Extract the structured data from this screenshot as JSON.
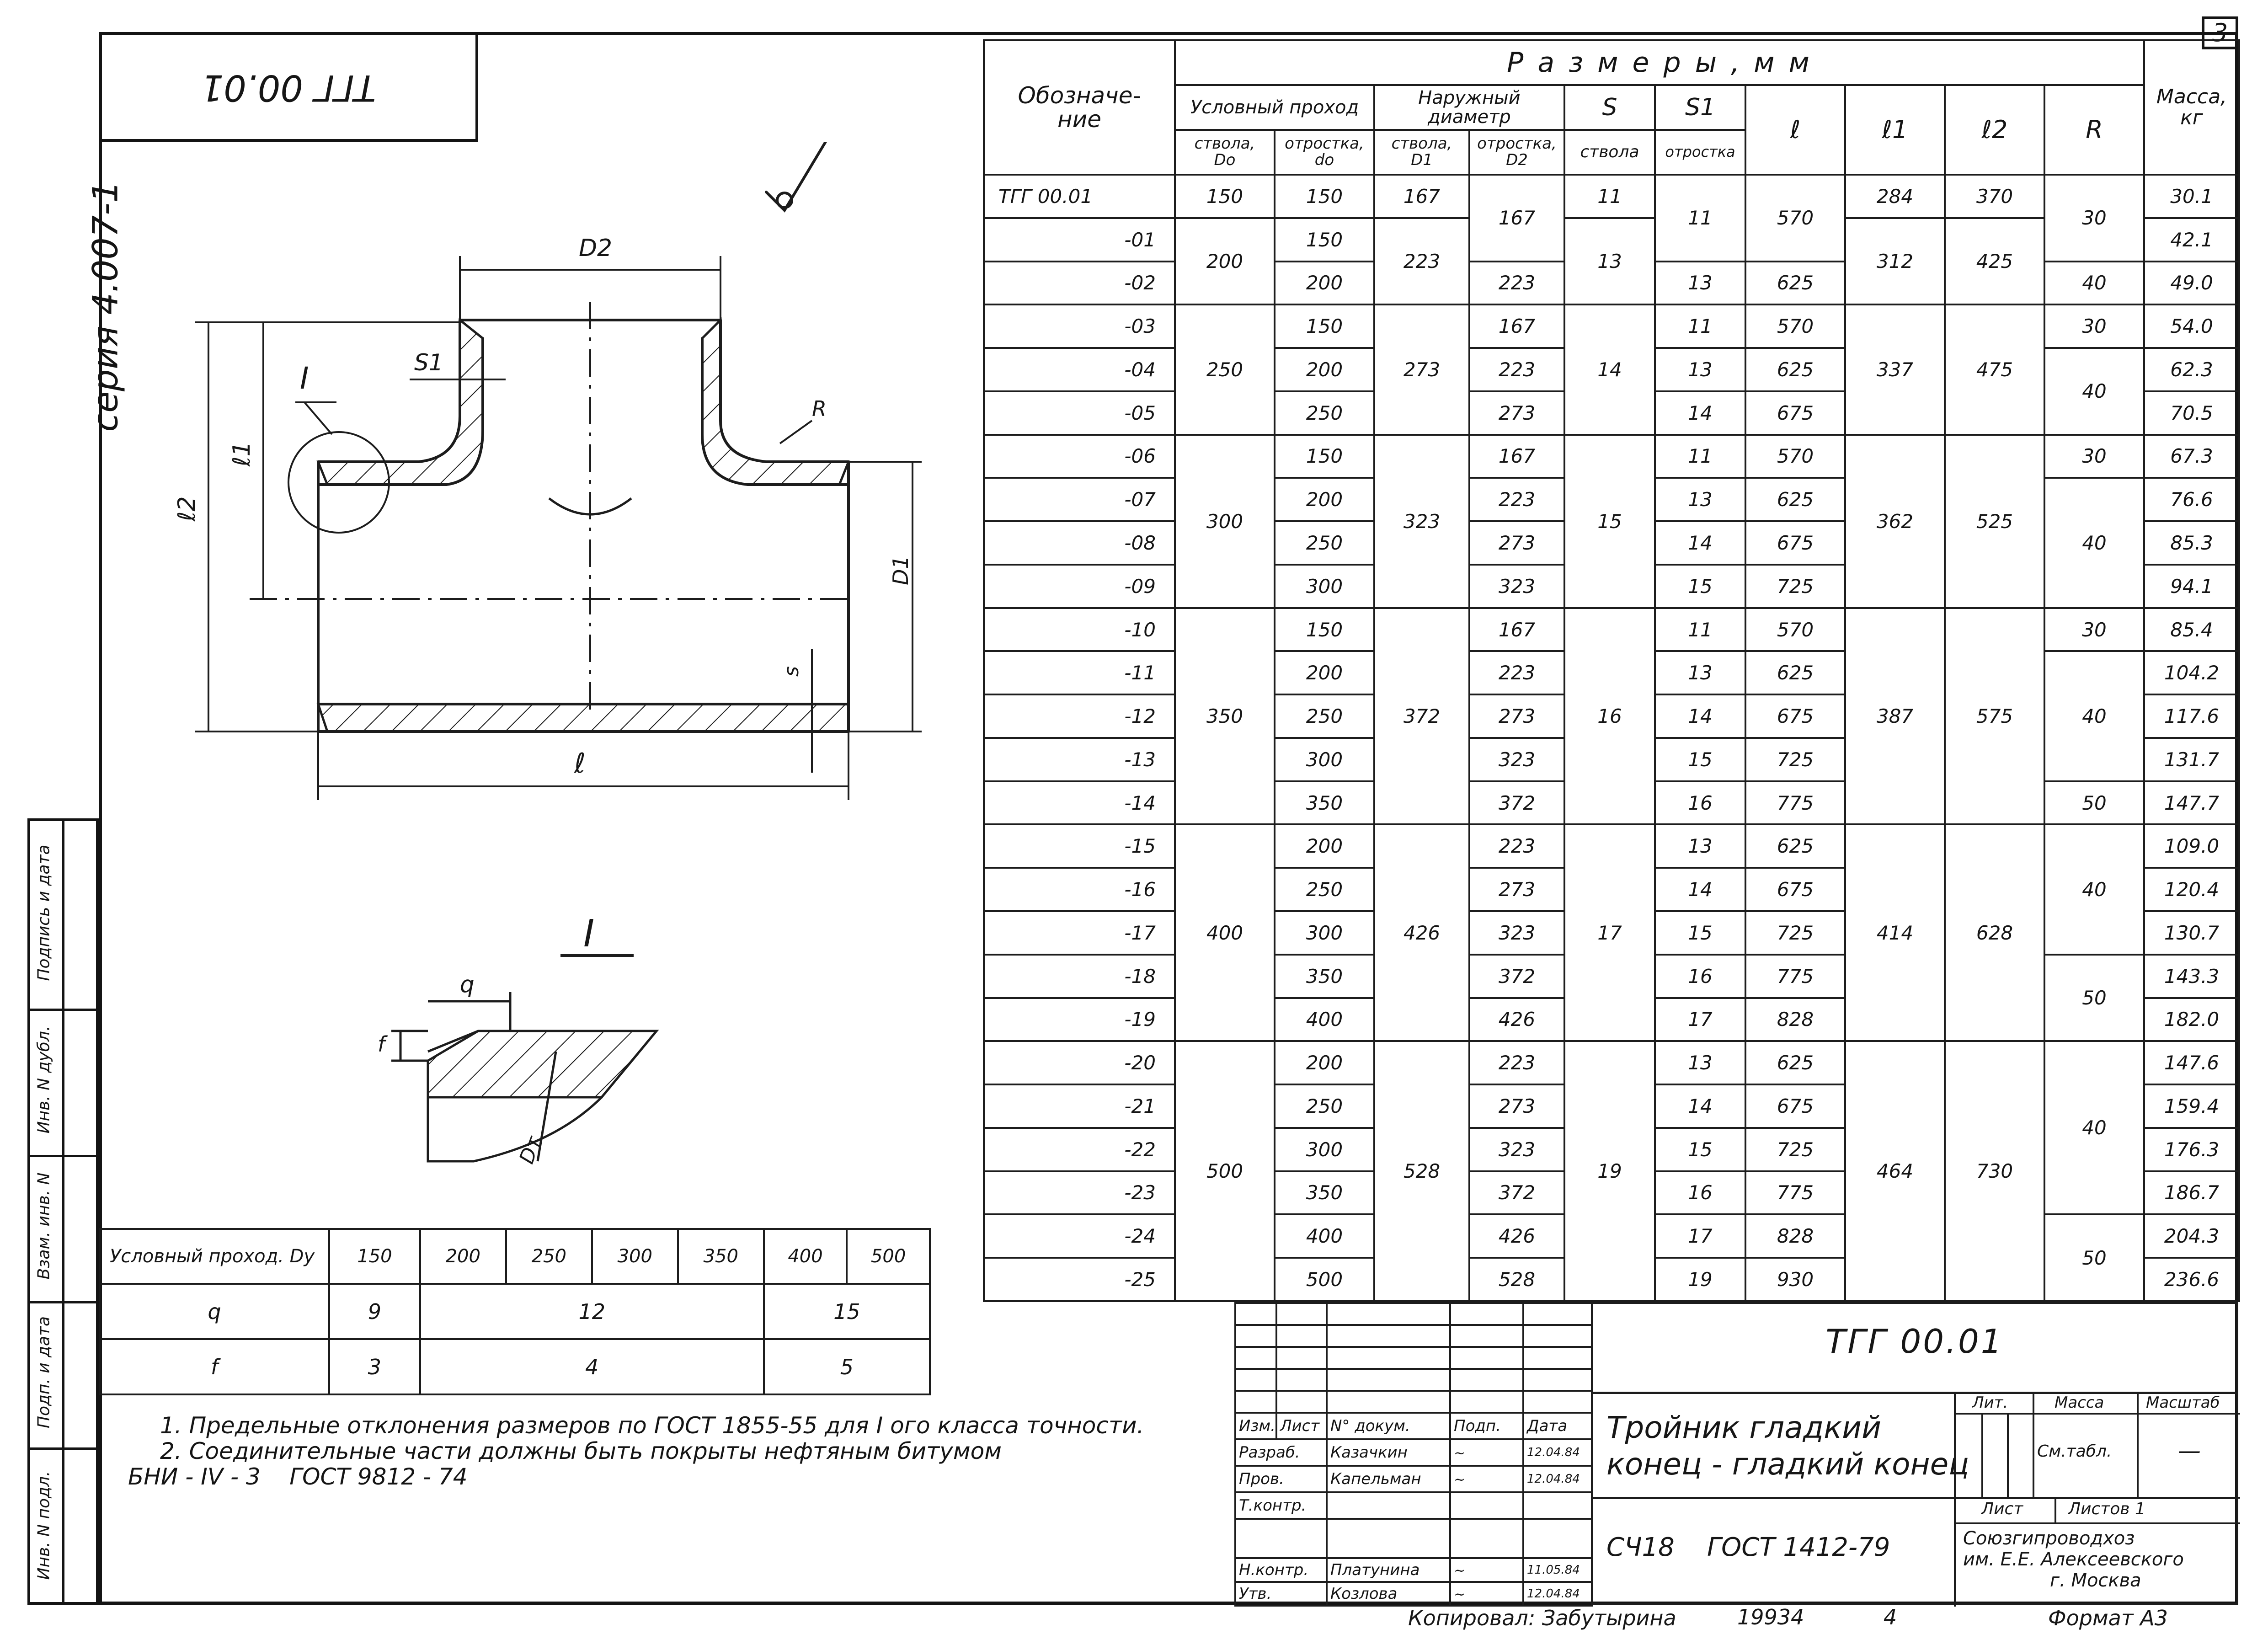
{
  "sheet": {
    "page_number": "3",
    "series": "серия 4.007-1",
    "stamp_code_top": "ТГГ 00.01"
  },
  "side_stamp": {
    "labels": [
      "Подпись и дата",
      "Инв. N дубл.",
      "Взам. инв. N",
      "Подп. и дата",
      "Инв. N подл."
    ]
  },
  "drawing": {
    "labels": {
      "d2": "D2",
      "d1": "D1",
      "dt": "Dт",
      "s": "s",
      "s1": "S1",
      "l": "ℓ",
      "l1": "ℓ1",
      "l2": "ℓ2",
      "r": "R",
      "detail": "I",
      "detail_title": "I",
      "q": "q",
      "f": "f"
    }
  },
  "main_table": {
    "header": {
      "designation": "Обозначе-\nние",
      "sizes": "Р а з м е р ы ,  м м",
      "mass": "Масса,\nкг",
      "nominal_bore": "Условный проход",
      "outer_diameter": "Наружный диаметр",
      "s": "S",
      "s1": "S1",
      "l": "ℓ",
      "l1": "ℓ1",
      "l2": "ℓ2",
      "r": "R",
      "trunk_D0": "ствола,\nDo",
      "branch_d0": "отростка,\ndo",
      "trunk_D1": "ствола,\nD1",
      "branch_D2": "отростка,\nD2",
      "trunk_s": "ствола",
      "branch_s1": "отростка"
    },
    "rows": [
      {
        "des": "ТГГ 00.01",
        "d0": "150",
        "mass": "30.1"
      },
      {
        "des": "-01",
        "d0": "150",
        "mass": "42.1"
      },
      {
        "des": "-02",
        "d0": "200",
        "mass": "49.0"
      },
      {
        "des": "-03",
        "d0": "150",
        "mass": "54.0"
      },
      {
        "des": "-04",
        "d0": "200",
        "mass": "62.3"
      },
      {
        "des": "-05",
        "d0": "250",
        "mass": "70.5"
      },
      {
        "des": "-06",
        "d0": "150",
        "mass": "67.3"
      },
      {
        "des": "-07",
        "d0": "200",
        "mass": "76.6"
      },
      {
        "des": "-08",
        "d0": "250",
        "mass": "85.3"
      },
      {
        "des": "-09",
        "d0": "300",
        "mass": "94.1"
      },
      {
        "des": "-10",
        "d0": "150",
        "mass": "85.4"
      },
      {
        "des": "-11",
        "d0": "200",
        "mass": "104.2"
      },
      {
        "des": "-12",
        "d0": "250",
        "mass": "117.6"
      },
      {
        "des": "-13",
        "d0": "300",
        "mass": "131.7"
      },
      {
        "des": "-14",
        "d0": "350",
        "mass": "147.7"
      },
      {
        "des": "-15",
        "d0": "200",
        "mass": "109.0"
      },
      {
        "des": "-16",
        "d0": "250",
        "mass": "120.4"
      },
      {
        "des": "-17",
        "d0": "300",
        "mass": "130.7"
      },
      {
        "des": "-18",
        "d0": "350",
        "mass": "143.3"
      },
      {
        "des": "-19",
        "d0": "400",
        "mass": "182.0"
      },
      {
        "des": "-20",
        "d0": "200",
        "mass": "147.6"
      },
      {
        "des": "-21",
        "d0": "250",
        "mass": "159.4"
      },
      {
        "des": "-22",
        "d0": "300",
        "mass": "176.3"
      },
      {
        "des": "-23",
        "d0": "350",
        "mass": "186.7"
      },
      {
        "des": "-24",
        "d0": "400",
        "mass": "204.3"
      },
      {
        "des": "-25",
        "d0": "500",
        "mass": "236.6"
      }
    ],
    "D0_groups": [
      {
        "value": "150",
        "span": 1
      },
      {
        "value": "200",
        "span": 2
      },
      {
        "value": "250",
        "span": 3
      },
      {
        "value": "300",
        "span": 4
      },
      {
        "value": "350",
        "span": 5
      },
      {
        "value": "400",
        "span": 5
      },
      {
        "value": "500",
        "span": 6
      }
    ],
    "D1_groups": [
      {
        "value": "167",
        "span": 1
      },
      {
        "value": "223",
        "span": 2
      },
      {
        "value": "273",
        "span": 3
      },
      {
        "value": "323",
        "span": 4
      },
      {
        "value": "372",
        "span": 5
      },
      {
        "value": "426",
        "span": 5
      },
      {
        "value": "528",
        "span": 6
      }
    ],
    "D2_groups": [
      {
        "value": "167",
        "span": 2
      },
      {
        "value": "223",
        "span": 1
      },
      {
        "value": "167",
        "span": 1
      },
      {
        "value": "223",
        "span": 1
      },
      {
        "value": "273",
        "span": 1
      },
      {
        "value": "167",
        "span": 1
      },
      {
        "value": "223",
        "span": 1
      },
      {
        "value": "273",
        "span": 1
      },
      {
        "value": "323",
        "span": 1
      },
      {
        "value": "167",
        "span": 1
      },
      {
        "value": "223",
        "span": 1
      },
      {
        "value": "273",
        "span": 1
      },
      {
        "value": "323",
        "span": 1
      },
      {
        "value": "372",
        "span": 1
      },
      {
        "value": "223",
        "span": 1
      },
      {
        "value": "273",
        "span": 1
      },
      {
        "value": "323",
        "span": 1
      },
      {
        "value": "372",
        "span": 1
      },
      {
        "value": "426",
        "span": 1
      },
      {
        "value": "223",
        "span": 1
      },
      {
        "value": "273",
        "span": 1
      },
      {
        "value": "323",
        "span": 1
      },
      {
        "value": "372",
        "span": 1
      },
      {
        "value": "426",
        "span": 1
      },
      {
        "value": "528",
        "span": 1
      }
    ],
    "S_groups": [
      {
        "value": "11",
        "span": 1
      },
      {
        "value": "13",
        "span": 2
      },
      {
        "value": "14",
        "span": 3
      },
      {
        "value": "15",
        "span": 4
      },
      {
        "value": "16",
        "span": 5
      },
      {
        "value": "17",
        "span": 5
      },
      {
        "value": "19",
        "span": 6
      }
    ],
    "S1_groups": [
      {
        "value": "11",
        "span": 2
      },
      {
        "value": "13",
        "span": 1
      },
      {
        "value": "11",
        "span": 1
      },
      {
        "value": "13",
        "span": 1
      },
      {
        "value": "14",
        "span": 1
      },
      {
        "value": "11",
        "span": 1
      },
      {
        "value": "13",
        "span": 1
      },
      {
        "value": "14",
        "span": 1
      },
      {
        "value": "15",
        "span": 1
      },
      {
        "value": "11",
        "span": 1
      },
      {
        "value": "13",
        "span": 1
      },
      {
        "value": "14",
        "span": 1
      },
      {
        "value": "15",
        "span": 1
      },
      {
        "value": "16",
        "span": 1
      },
      {
        "value": "13",
        "span": 1
      },
      {
        "value": "14",
        "span": 1
      },
      {
        "value": "15",
        "span": 1
      },
      {
        "value": "16",
        "span": 1
      },
      {
        "value": "17",
        "span": 1
      },
      {
        "value": "13",
        "span": 1
      },
      {
        "value": "14",
        "span": 1
      },
      {
        "value": "15",
        "span": 1
      },
      {
        "value": "16",
        "span": 1
      },
      {
        "value": "17",
        "span": 1
      },
      {
        "value": "19",
        "span": 1
      }
    ],
    "l_groups": [
      {
        "value": "570",
        "span": 2
      },
      {
        "value": "625",
        "span": 1
      },
      {
        "value": "570",
        "span": 1
      },
      {
        "value": "625",
        "span": 1
      },
      {
        "value": "675",
        "span": 1
      },
      {
        "value": "570",
        "span": 1
      },
      {
        "value": "625",
        "span": 1
      },
      {
        "value": "675",
        "span": 1
      },
      {
        "value": "725",
        "span": 1
      },
      {
        "value": "570",
        "span": 1
      },
      {
        "value": "625",
        "span": 1
      },
      {
        "value": "675",
        "span": 1
      },
      {
        "value": "725",
        "span": 1
      },
      {
        "value": "775",
        "span": 1
      },
      {
        "value": "625",
        "span": 1
      },
      {
        "value": "675",
        "span": 1
      },
      {
        "value": "725",
        "span": 1
      },
      {
        "value": "775",
        "span": 1
      },
      {
        "value": "828",
        "span": 1
      },
      {
        "value": "625",
        "span": 1
      },
      {
        "value": "675",
        "span": 1
      },
      {
        "value": "725",
        "span": 1
      },
      {
        "value": "775",
        "span": 1
      },
      {
        "value": "828",
        "span": 1
      },
      {
        "value": "930",
        "span": 1
      }
    ],
    "l1_groups": [
      {
        "value": "284",
        "span": 1
      },
      {
        "value": "312",
        "span": 2
      },
      {
        "value": "337",
        "span": 3
      },
      {
        "value": "362",
        "span": 4
      },
      {
        "value": "387",
        "span": 5
      },
      {
        "value": "414",
        "span": 5
      },
      {
        "value": "464",
        "span": 6
      }
    ],
    "l2_groups": [
      {
        "value": "370",
        "span": 1
      },
      {
        "value": "425",
        "span": 2
      },
      {
        "value": "475",
        "span": 3
      },
      {
        "value": "525",
        "span": 4
      },
      {
        "value": "575",
        "span": 5
      },
      {
        "value": "628",
        "span": 5
      },
      {
        "value": "730",
        "span": 6
      }
    ],
    "R_groups": [
      {
        "value": "30",
        "span": 2
      },
      {
        "value": "40",
        "span": 1
      },
      {
        "value": "30",
        "span": 1
      },
      {
        "value": "40",
        "span": 2
      },
      {
        "value": "30",
        "span": 1
      },
      {
        "value": "40",
        "span": 3
      },
      {
        "value": "30",
        "span": 1
      },
      {
        "value": "40",
        "span": 3
      },
      {
        "value": "50",
        "span": 1
      },
      {
        "value": "40",
        "span": 3
      },
      {
        "value": "50",
        "span": 2
      },
      {
        "value": "40",
        "span": 4
      },
      {
        "value": "50",
        "span": 2
      }
    ]
  },
  "bore_table": {
    "row_header": "Условный проход. Dy",
    "bores": [
      "150",
      "200",
      "250",
      "300",
      "350",
      "400",
      "500"
    ],
    "q_label": "q",
    "q_values": [
      "9",
      "12",
      "15"
    ],
    "f_label": "f",
    "f_values": [
      "3",
      "4",
      "5"
    ]
  },
  "notes": {
    "line1": "1. Предельные отклонения размеров по ГОСТ 1855-55 для I ого класса точности.",
    "line2": "2. Соединительные части должны быть покрыты нефтяным битумом",
    "line3": "БНИ - IV - 3    ГОСТ 9812 - 74"
  },
  "title_block": {
    "code": "ТГГ 00.01",
    "name_line1": "Тройник гладкий",
    "name_line2": "конец - гладкий конец",
    "gost": "СЧ18    ГОСТ 1412-79",
    "org_line1": "Союзгипроводхоз",
    "org_line2": "им. Е.Е. Алексеевского",
    "org_line3": "г. Москва",
    "lit": "Лит.",
    "mass": "Масса",
    "scale": "Масштаб",
    "mass_value": "См.табл.",
    "scale_value": "—",
    "sheet": "Лист",
    "sheets": "Листов 1",
    "col_izm": "Изм.",
    "col_list": "Лист",
    "col_doc": "N° докум.",
    "col_sign": "Подп.",
    "col_date": "Дата",
    "r1_role": "Разраб.",
    "r1_name": "Казачкин",
    "r1_date": "12.04.84",
    "r2_role": "Пров.",
    "r2_name": "Капельман",
    "r2_date": "12.04.84",
    "r3_role": "Т.контр.",
    "r4_role": "Н.контр.",
    "r4_name": "Платунина",
    "r4_date": "11.05.84",
    "r5_role": "Утв.",
    "r5_name": "Козлова",
    "r5_date": "12.04.84"
  },
  "footer": {
    "copied": "Копировал: Забутырина",
    "number": "19934",
    "sheet_no": "4",
    "format": "Формат А3"
  }
}
